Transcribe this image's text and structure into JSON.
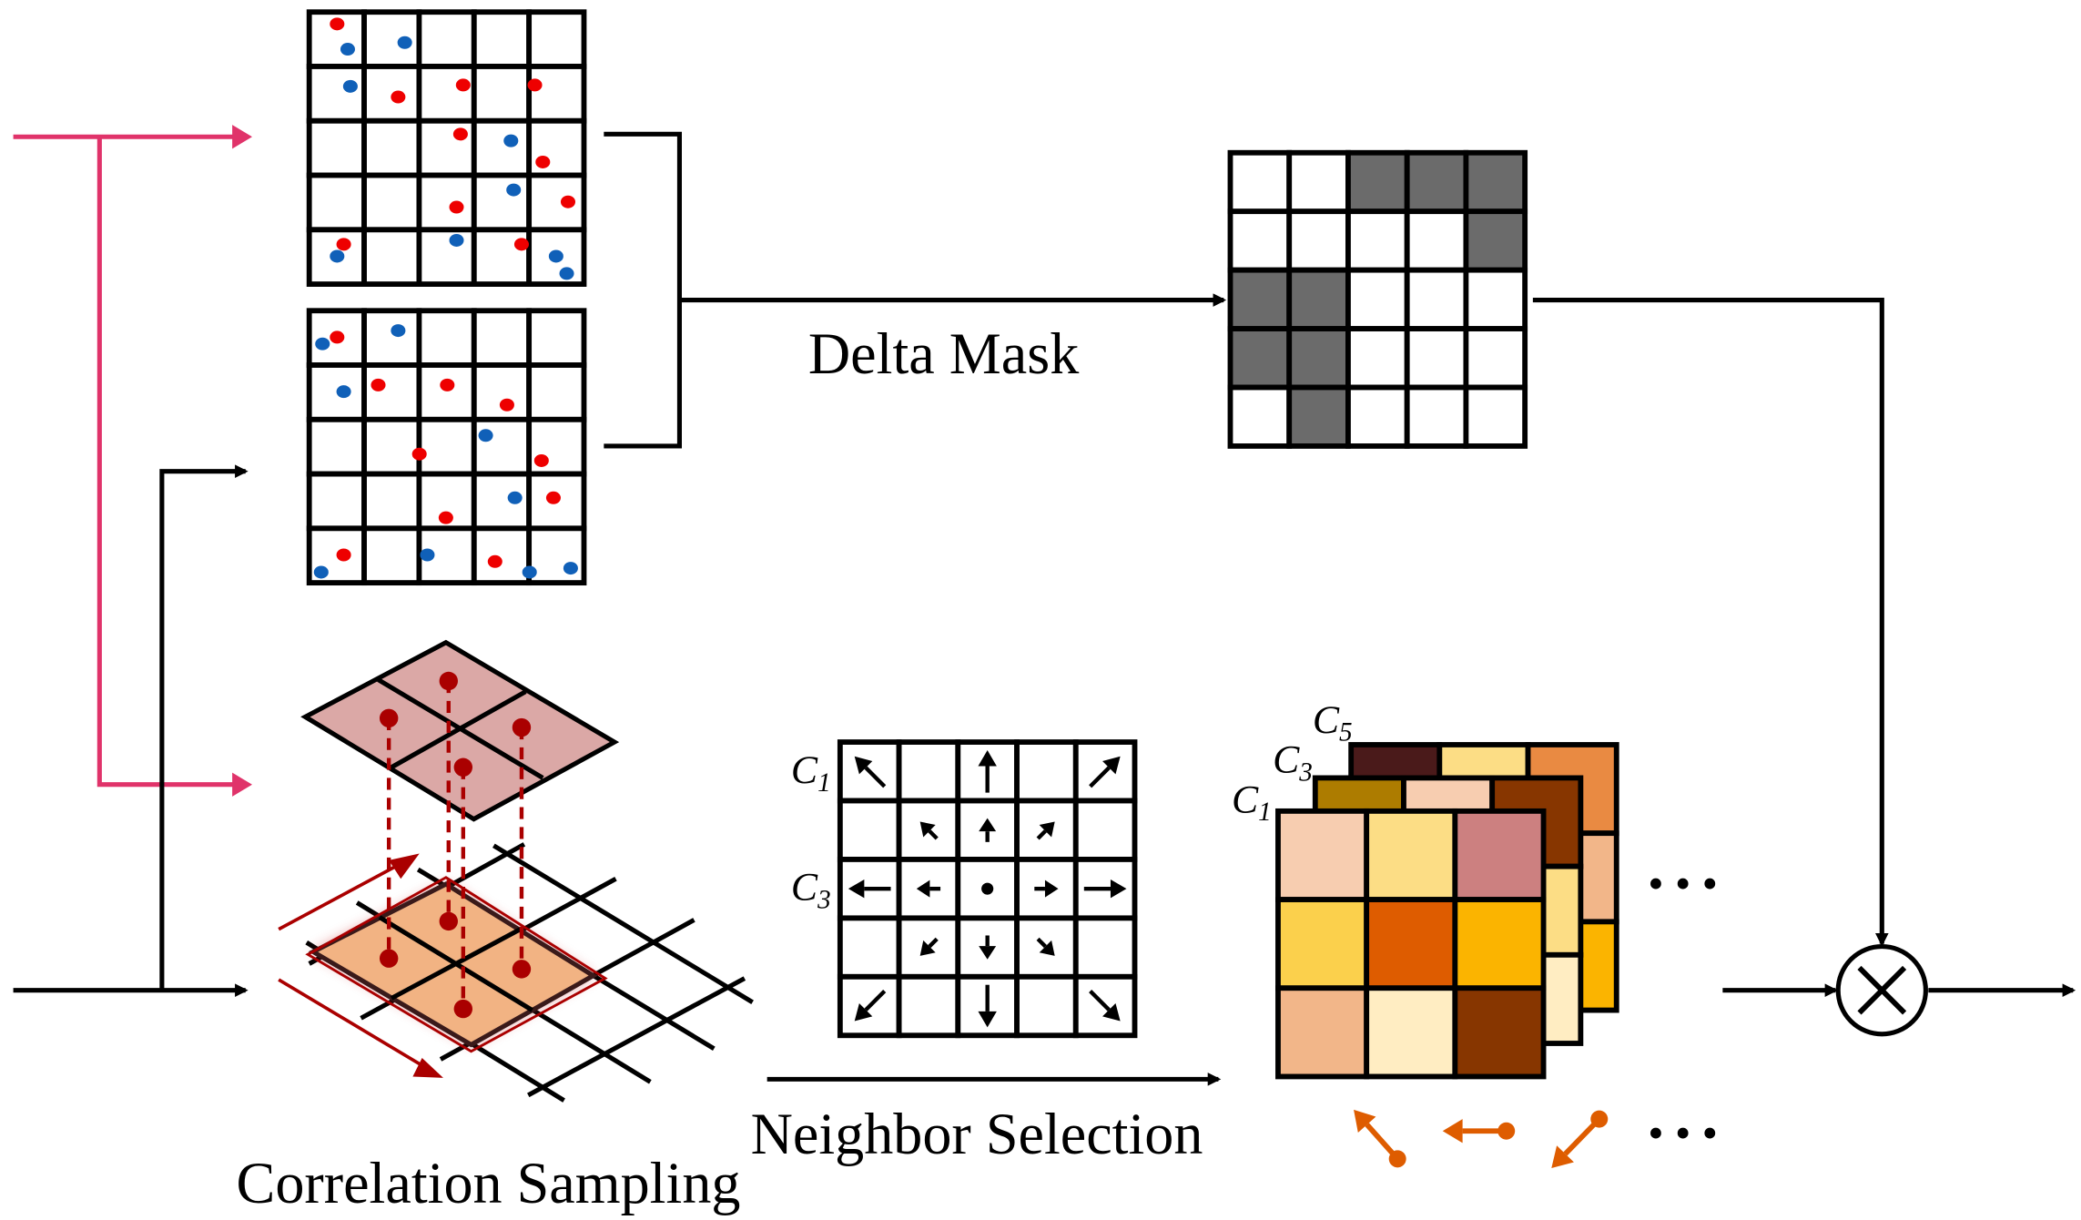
{
  "labels": {
    "delta_mask": "Delta Mask",
    "neighbor_selection": "Neighbor Selection",
    "correlation_sampling": "Correlation Sampling",
    "c1_letter": "C",
    "c1_sub": "1",
    "c3_letter": "C",
    "c3_sub": "3",
    "c5_letter": "C",
    "c5_sub": "5",
    "ellipsis": "• • •"
  },
  "colors": {
    "input_pink": "#e0336a",
    "dot_red": "#ee0000",
    "dot_blue": "#1060b8",
    "mask_dark": "#6b6b6b",
    "sample_red": "#aa0000",
    "top_patch": "#dba8a6",
    "highlight_patch": "#f2b383",
    "offset_orange": "#de5c00"
  },
  "delta_mask": {
    "rows": 5,
    "cols": 5,
    "dark_cells": [
      [
        0,
        2
      ],
      [
        0,
        3
      ],
      [
        0,
        4
      ],
      [
        1,
        4
      ],
      [
        2,
        0
      ],
      [
        2,
        1
      ],
      [
        3,
        0
      ],
      [
        3,
        1
      ],
      [
        4,
        1
      ]
    ]
  },
  "neighbor_grid": {
    "arrows": [
      [
        "nw",
        "",
        "n",
        "",
        "ne"
      ],
      [
        "",
        "nw",
        "n",
        "ne",
        ""
      ],
      [
        "w",
        "w",
        "center",
        "e",
        "e"
      ],
      [
        "",
        "sw",
        "s",
        "se",
        ""
      ],
      [
        "sw",
        "",
        "s",
        "",
        "se"
      ]
    ]
  },
  "correlation_stack": {
    "c1": [
      [
        "#f7cdb0",
        "#fcdd85",
        "#cc8080"
      ],
      [
        "#fbd04c",
        "#de5c00",
        "#fbb400"
      ],
      [
        "#f2b689",
        "#ffedc2",
        "#873600"
      ]
    ],
    "c3": [
      [
        "#ad7c00",
        "#f7cdb0",
        "#873600"
      ],
      [
        "#ffffff",
        "#ffffff",
        "#fcdd85"
      ],
      [
        "#ffffff",
        "#ffffff",
        "#ffedc2"
      ]
    ],
    "c5": [
      [
        "#4a1a1a",
        "#fcdd85",
        "#e98a42"
      ],
      [
        "#ffffff",
        "#ffffff",
        "#f2b689"
      ],
      [
        "#ffffff",
        "#ffffff",
        "#fbb400"
      ]
    ]
  }
}
